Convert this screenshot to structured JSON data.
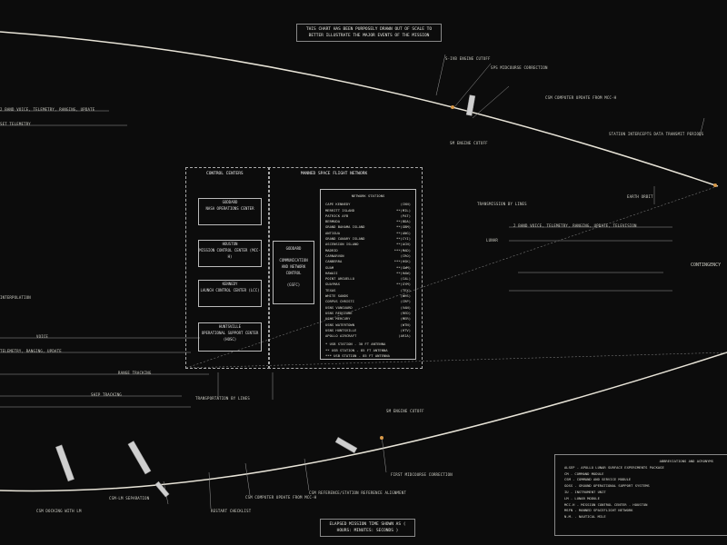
{
  "notes": {
    "top": "THIS CHART HAS BEEN PURPOSELY DRAWN OUT OF SCALE TO BETTER ILLUSTRATE THE MAJOR EVENTS OF THE MISSION",
    "bottom": "ELAPSED MISSION TIME SHOWN AS ( HOURS: MINUTES: SECONDS )"
  },
  "control": {
    "header": "CONTROL CENTERS",
    "centers": [
      {
        "name": "GODDARD",
        "sub": "NASA OPERATIONS CENTER"
      },
      {
        "name": "HOUSTON",
        "sub": "MISSION CONTROL CENTER (MCC-H)"
      },
      {
        "name": "KENNEDY",
        "sub": "LAUNCH CONTROL CENTER (LCC)"
      },
      {
        "name": "HUNTSVILLE",
        "sub": "OPERATIONAL SUPPORT CENTER (HOSC)"
      }
    ],
    "hub": {
      "name": "GODDARD",
      "sub": "COMMUNICATION AND NETWORK CONTROL",
      "code": "(GSFC)"
    }
  },
  "network": {
    "header": "MANNED SPACE FLIGHT NETWORK",
    "stations_header": "NETWORK STATIONS",
    "stations": [
      [
        "CAPE KENNEDY",
        "(CKN)"
      ],
      [
        "MERRITT ISLAND",
        "**(MIL)"
      ],
      [
        "PATRICK AFB",
        "(PAT)"
      ],
      [
        "BERMUDA",
        "**(BDA)"
      ],
      [
        "GRAND BAHAMA ISLAND",
        "**(GBM)"
      ],
      [
        "ANTIGUA",
        "**(ANG)"
      ],
      [
        "GRAND CANARY ISLAND",
        "**(CYI)"
      ],
      [
        "ASCENSION ISLAND",
        "**(ACN)"
      ],
      [
        "MADRID",
        "***(MAD)"
      ],
      [
        "CARNARVON",
        "(CRO)"
      ],
      [
        "CANBERRA",
        "***(HSK)"
      ],
      [
        "GUAM",
        "**(GWM)"
      ],
      [
        "HAWAII",
        "**(HAW)"
      ],
      [
        "POINT ARGUELLO",
        "(CAL)"
      ],
      [
        "GUAYMAS",
        "**(GYM)"
      ],
      [
        "TEXAS",
        "(TEX)"
      ],
      [
        "WHITE SANDS",
        "(WHS)"
      ],
      [
        "CORPUS CHRISTI",
        "(CRP)"
      ],
      [
        "USNS VANGUARD",
        "(VAN)"
      ],
      [
        "USNS REDSTONE",
        "(RED)"
      ],
      [
        "USNS MERCURY",
        "(MER)"
      ],
      [
        "USNS WATERTOWN",
        "(WTN)"
      ],
      [
        "USNS HUNTSVILLE",
        "(HTV)"
      ],
      [
        "APOLLO AIRCRAFT",
        "(ARIA)"
      ]
    ],
    "footnotes": [
      "* USB STATION - 30 FT ANTENNA",
      "** USB STATION - 85 FT ANTENNA",
      "*** USB STATION - 85 FT ANTENNA"
    ]
  },
  "abbreviations": {
    "header": "ABBREVIATIONS AND ACRONYMS",
    "items": [
      "ALSEP - APOLLO LUNAR SURFACE EXPERIMENTS PACKAGE",
      "CM - COMMAND MODULE",
      "CSM - COMMAND AND SERVICE MODULE",
      "GOSS - GROUND OPERATIONAL SUPPORT SYSTEMS",
      "IU - INSTRUMENT UNIT",
      "LM - LUNAR MODULE",
      "MCC-H - MISSION CONTROL CENTER - HOUSTON",
      "MSFN - MANNED SPACEFLIGHT NETWORK",
      "N.M. - NAUTICAL MILE"
    ]
  },
  "events": {
    "upper": [
      "S-IVB ENGINE CUTOFF",
      "SPS MIDCOURSE CORRECTION",
      "CSM COMPUTER UPDATE FROM MCC-H",
      "SM ENGINE CUTOFF",
      "EARTH ORBIT",
      "STATION INTERCEPTS DATA TRANSMIT PERIODS"
    ],
    "lower": [
      "SM ENGINE CUTOFF",
      "CSM-LM SEPARATION",
      "CSM COMPUTER UPDATE FROM MCC-H",
      "CSM REFERENCE/STATION REFERENCE ALIGNMENT",
      "FIRST MIDCOURSE CORRECTION",
      "RESTART CHECKLIST",
      "CSM DOCKING WITH LM"
    ],
    "left": [
      "2 BAND VOICE, TELEMETRY, RANGING, UPDATE",
      "SET TELEMETRY",
      "INTERPOLATION",
      "VOICE",
      "TELEMETRY, RANGING, UPDATE",
      "RANGE TRACKING",
      "SHIP TRACKING",
      "TRANSPORTATION BY LINES"
    ],
    "right": [
      "TRANSMISSION BY LINES",
      "LUNAR",
      "2 BAND VOICE, TELEMETRY, RANGING, UPDATE, TELEVISION",
      "CONTINGENCY"
    ]
  }
}
